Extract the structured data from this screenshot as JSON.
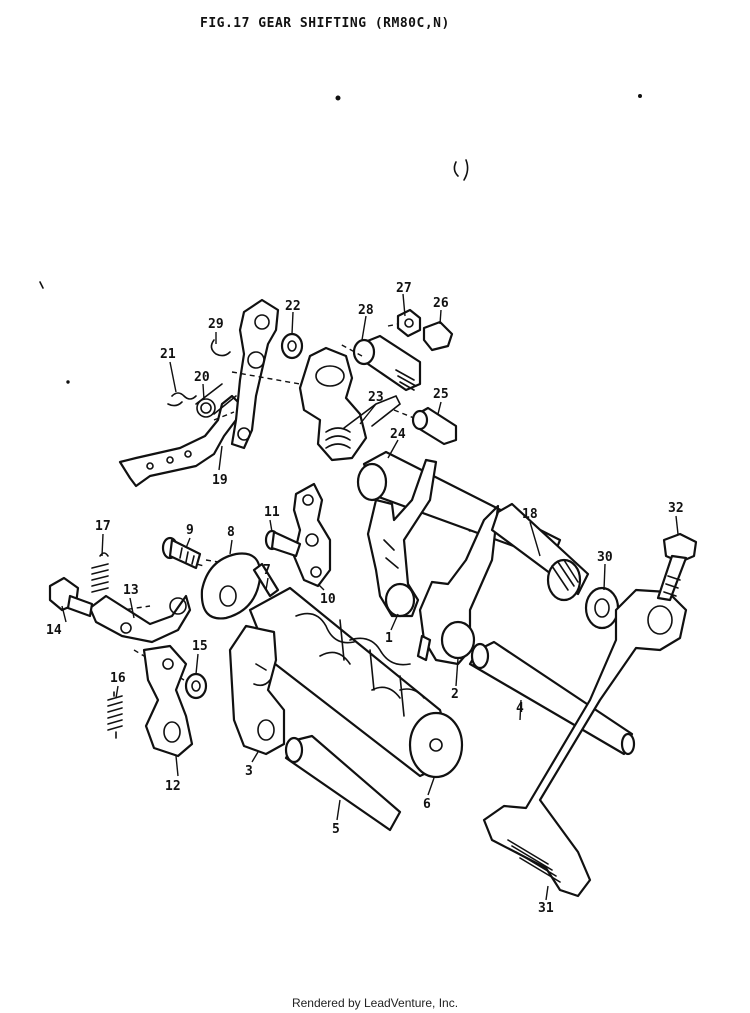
{
  "figure": {
    "title": "FIG.17  GEAR SHIFTING (RM80C,N)",
    "footer": "Rendered by LeadVenture, Inc."
  },
  "callouts": [
    "1",
    "2",
    "3",
    "4",
    "5",
    "6",
    "7",
    "8",
    "9",
    "10",
    "11",
    "12",
    "13",
    "14",
    "15",
    "16",
    "17",
    "18",
    "19",
    "20",
    "21",
    "22",
    "23",
    "24",
    "25",
    "26",
    "27",
    "28",
    "29",
    "30",
    "31",
    "32"
  ]
}
